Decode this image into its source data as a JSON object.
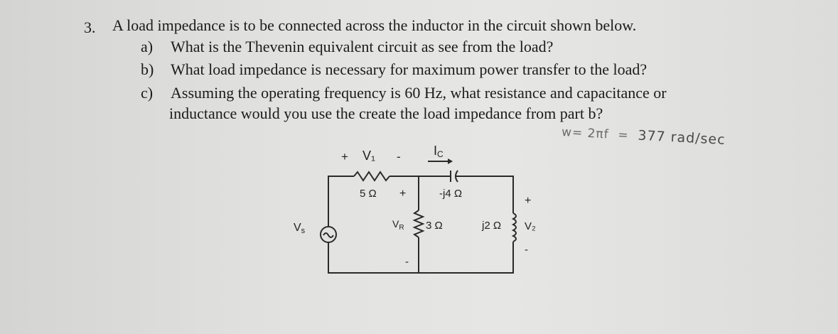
{
  "problem": {
    "number": "3.",
    "intro": "A load impedance is to be connected across the inductor in the circuit shown below.",
    "parts": [
      {
        "label": "a)",
        "text": "What is the Thevenin equivalent circuit as see from the load?"
      },
      {
        "label": "b)",
        "text": "What load impedance is necessary for maximum power transfer to the load?"
      },
      {
        "label": "c)",
        "text": "Assuming the operating frequency is 60 Hz, what resistance and capacitance or"
      }
    ],
    "part_c_continuation": "inductance would you use the create the load impedance from part b?"
  },
  "handwritten_note": {
    "omega_expr": "w= 2πf",
    "equals": "=",
    "result": "377 rad/sec"
  },
  "circuit": {
    "v1_plus": "+",
    "v1_label": "V₁",
    "v1_minus": "-",
    "ic_label": "I",
    "ic_sub": "C",
    "r5_label": "5 Ω",
    "r5_plus": "+",
    "cap_label": "-j4 Ω",
    "source_label": "V",
    "source_sub": "s",
    "vr_label": "V",
    "vr_sub": "R",
    "r3_label": "3 Ω",
    "ind_label": "j2 Ω",
    "v2_plus": "+",
    "v2_label": "V₂",
    "vr_minus": "-",
    "v2_minus": "-"
  }
}
